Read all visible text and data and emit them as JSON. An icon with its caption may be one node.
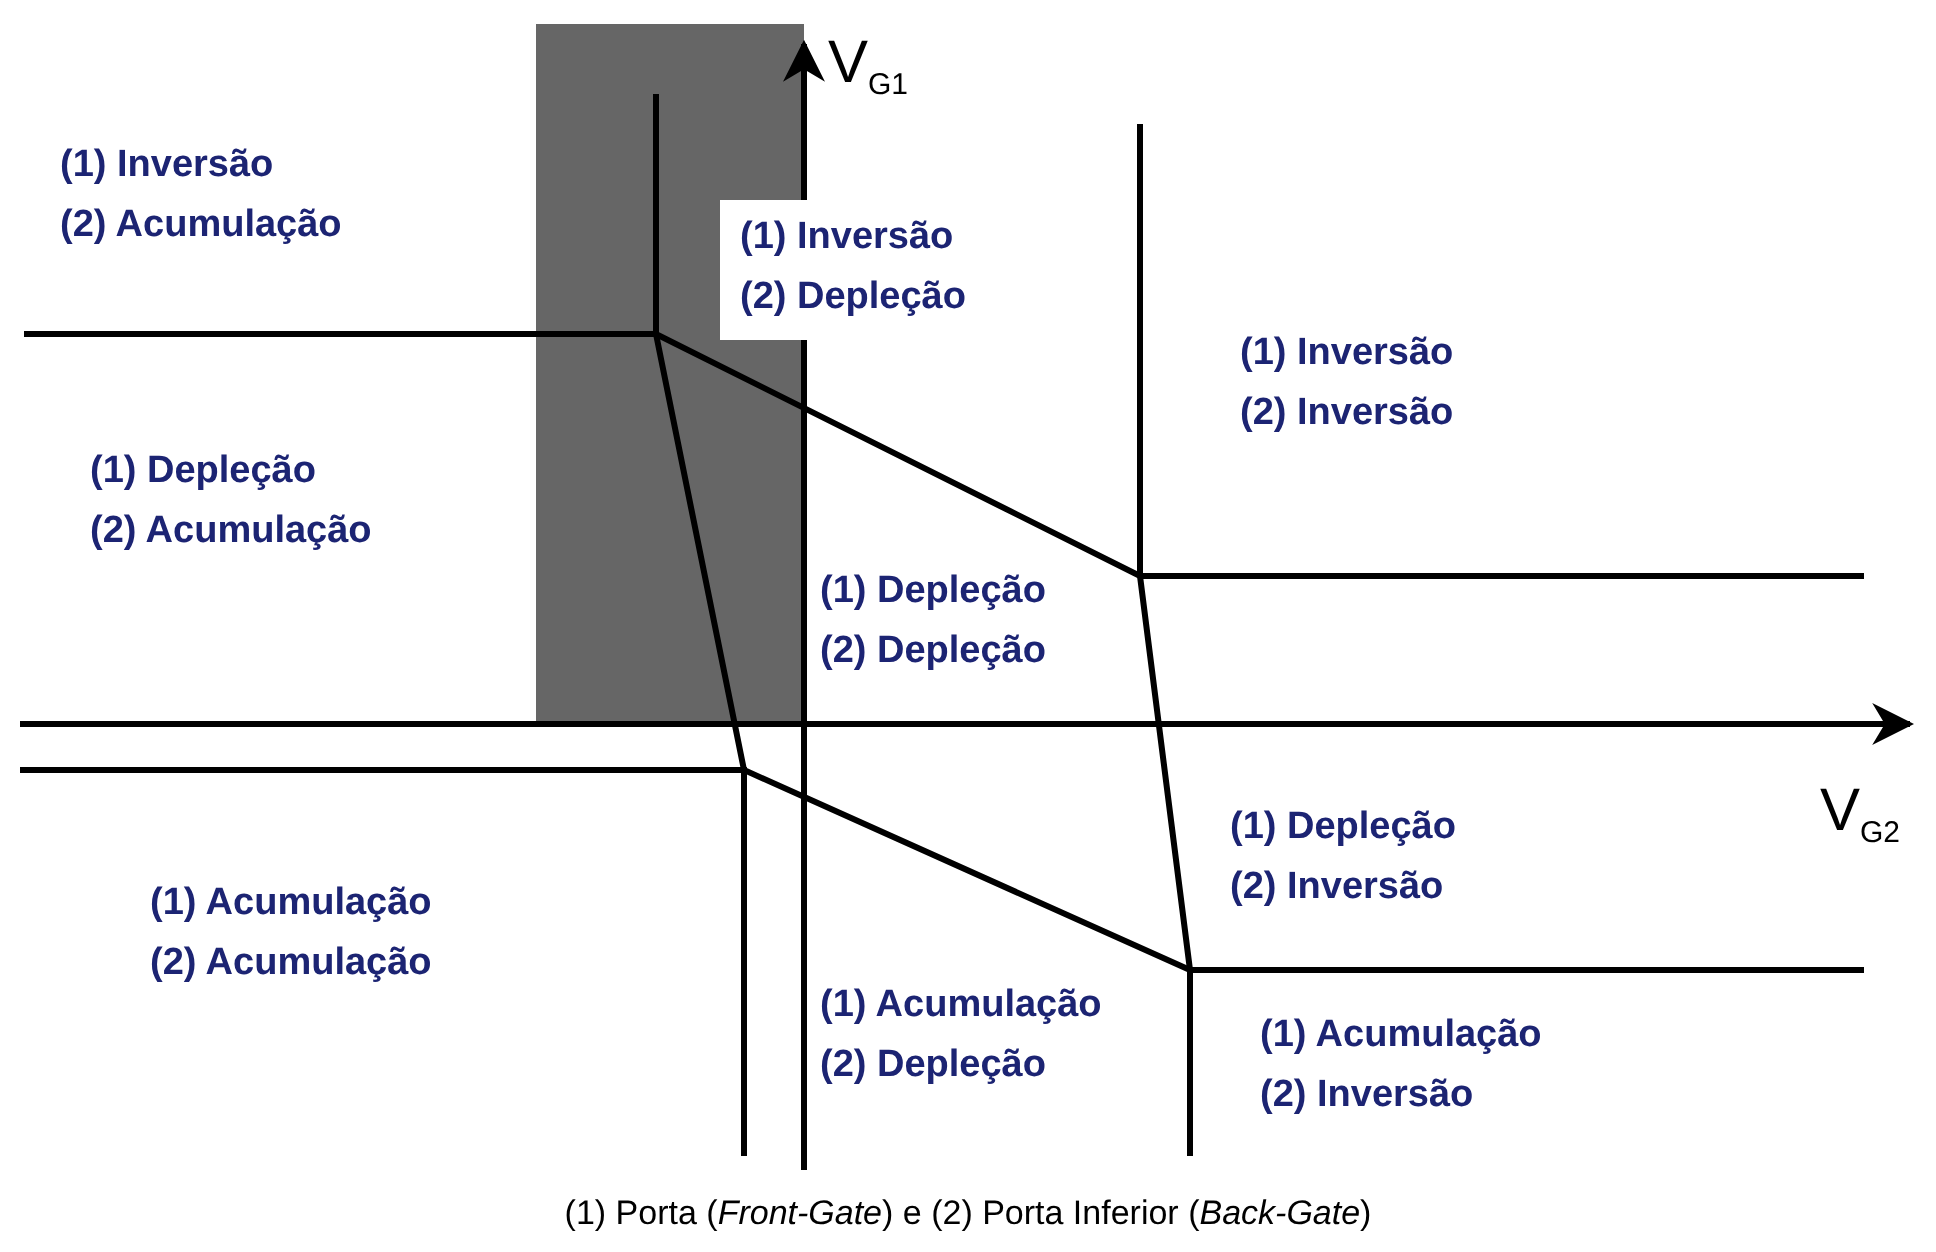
{
  "diagram": {
    "caption": "(1) Porta (*Front-Gate*) e (2) Porta Inferior (*Back-Gate*)",
    "labels": [
      "V$_{G1}$",
      "(1) Inversão",
      "(2) Acumulação",
      "(1) Inversão",
      "(2) Depleção",
      "(1) Inversão",
      "(2) Inversão",
      "(1) Depleção",
      "(2) Acumulação",
      "(1) Depleção",
      "(2) Depleção",
      "V$_{G2}$",
      "(1) Depleção",
      "(2) Inversão",
      "(1) Acumulação",
      "(2) Acumulação",
      "(1) Acumulação",
      "(2) Depleção",
      "(1) Acumulação",
      "(2) Inversão"
    ]
  }
}
